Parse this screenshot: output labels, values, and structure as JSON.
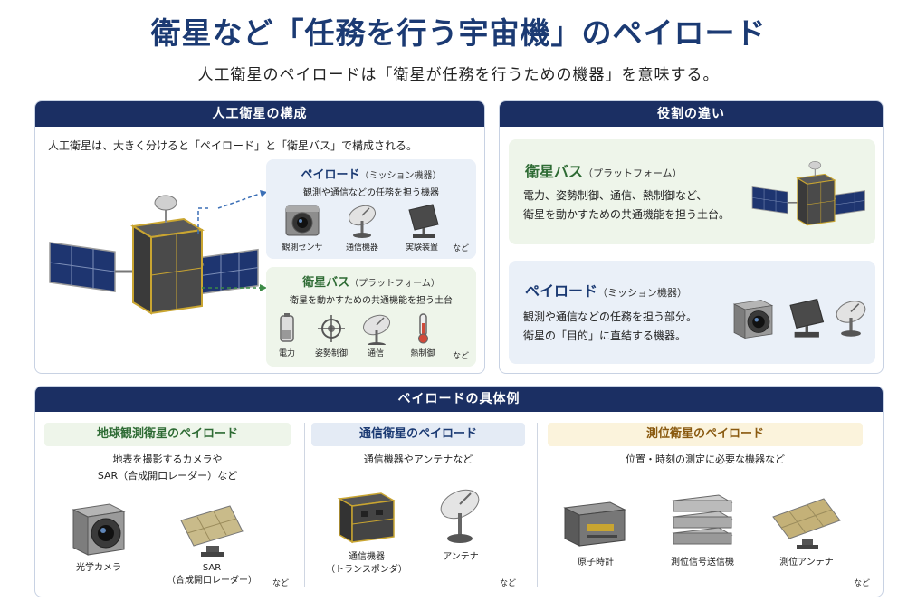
{
  "header": {
    "title": "衛星など「任務を行う宇宙機」のペイロード",
    "subtitle": "人工衛星のペイロードは「衛星が任務を行うための機器」を意味する。"
  },
  "composition": {
    "heading": "人工衛星の構成",
    "intro": "人工衛星は、大きく分けると「ペイロード」と「衛星バス」で構成される。",
    "payload_box": {
      "title": "ペイロード",
      "title_sub": "（ミッション機器）",
      "desc": "観測や通信などの任務を担う機器",
      "items": [
        "観測センサ",
        "通信機器",
        "実験装置"
      ],
      "etc": "など"
    },
    "bus_box": {
      "title": "衛星バス",
      "title_sub": "（プラットフォーム）",
      "desc": "衛星を動かすための共通機能を担う土台",
      "items": [
        "電力",
        "姿勢制御",
        "通信",
        "熱制御"
      ],
      "etc": "など"
    }
  },
  "roles": {
    "heading": "役割の違い",
    "bus": {
      "title": "衛星バス",
      "title_sub": "（プラットフォーム）",
      "line1": "電力、姿勢制御、通信、熱制御など、",
      "line2": "衛星を動かすための共通機能を担う土台。"
    },
    "payload": {
      "title": "ペイロード",
      "title_sub": "（ミッション機器）",
      "line1": "観測や通信などの任務を担う部分。",
      "line2": "衛星の「目的」に直結する機器。"
    }
  },
  "examples": {
    "heading": "ペイロードの具体例",
    "earth": {
      "title": "地球観測衛星のペイロード",
      "desc1": "地表を撮影するカメラや",
      "desc2": "SAR（合成開口レーダー）など",
      "item1": "光学カメラ",
      "item2_line1": "SAR",
      "item2_line2": "（合成開口レーダー）",
      "etc": "など"
    },
    "comm": {
      "title": "通信衛星のペイロード",
      "desc": "通信機器やアンテナなど",
      "item1_line1": "通信機器",
      "item1_line2": "（トランスポンダ）",
      "item2": "アンテナ",
      "etc": "など"
    },
    "nav": {
      "title": "測位衛星のペイロード",
      "desc": "位置・時刻の測定に必要な機器など",
      "item1": "原子時計",
      "item2": "測位信号送信機",
      "item3": "測位アンテナ",
      "etc": "など"
    }
  },
  "colors": {
    "navy": "#1b2f63",
    "title_blue": "#1b3a73",
    "green": "#2e6b34",
    "light_blue": "#eaf0f8",
    "light_green": "#eef5ea",
    "light_yellow": "#fbf3dc"
  }
}
